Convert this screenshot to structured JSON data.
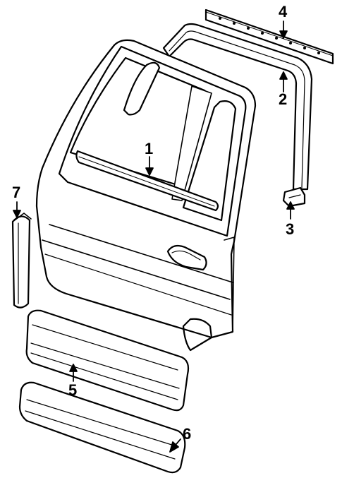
{
  "diagram": {
    "colors": {
      "ink": "#000000",
      "paper": "#ffffff"
    },
    "callouts": [
      {
        "id": "1",
        "label": "1"
      },
      {
        "id": "2",
        "label": "2"
      },
      {
        "id": "3",
        "label": "3"
      },
      {
        "id": "4",
        "label": "4"
      },
      {
        "id": "5",
        "label": "5"
      },
      {
        "id": "6",
        "label": "6"
      },
      {
        "id": "7",
        "label": "7"
      }
    ]
  }
}
